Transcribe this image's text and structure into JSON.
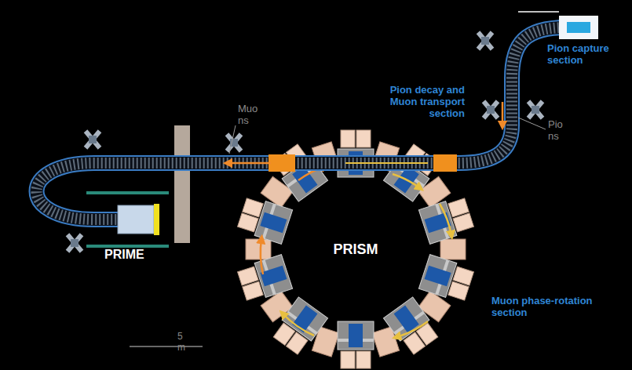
{
  "diagram": {
    "labels": [
      "Pion capture section",
      "Pion decay and Muon transport section",
      "Pio ns",
      "Muo ns",
      "PRIME",
      "PRISM",
      "Muon phase-rotation section",
      "5 m"
    ]
  }
}
